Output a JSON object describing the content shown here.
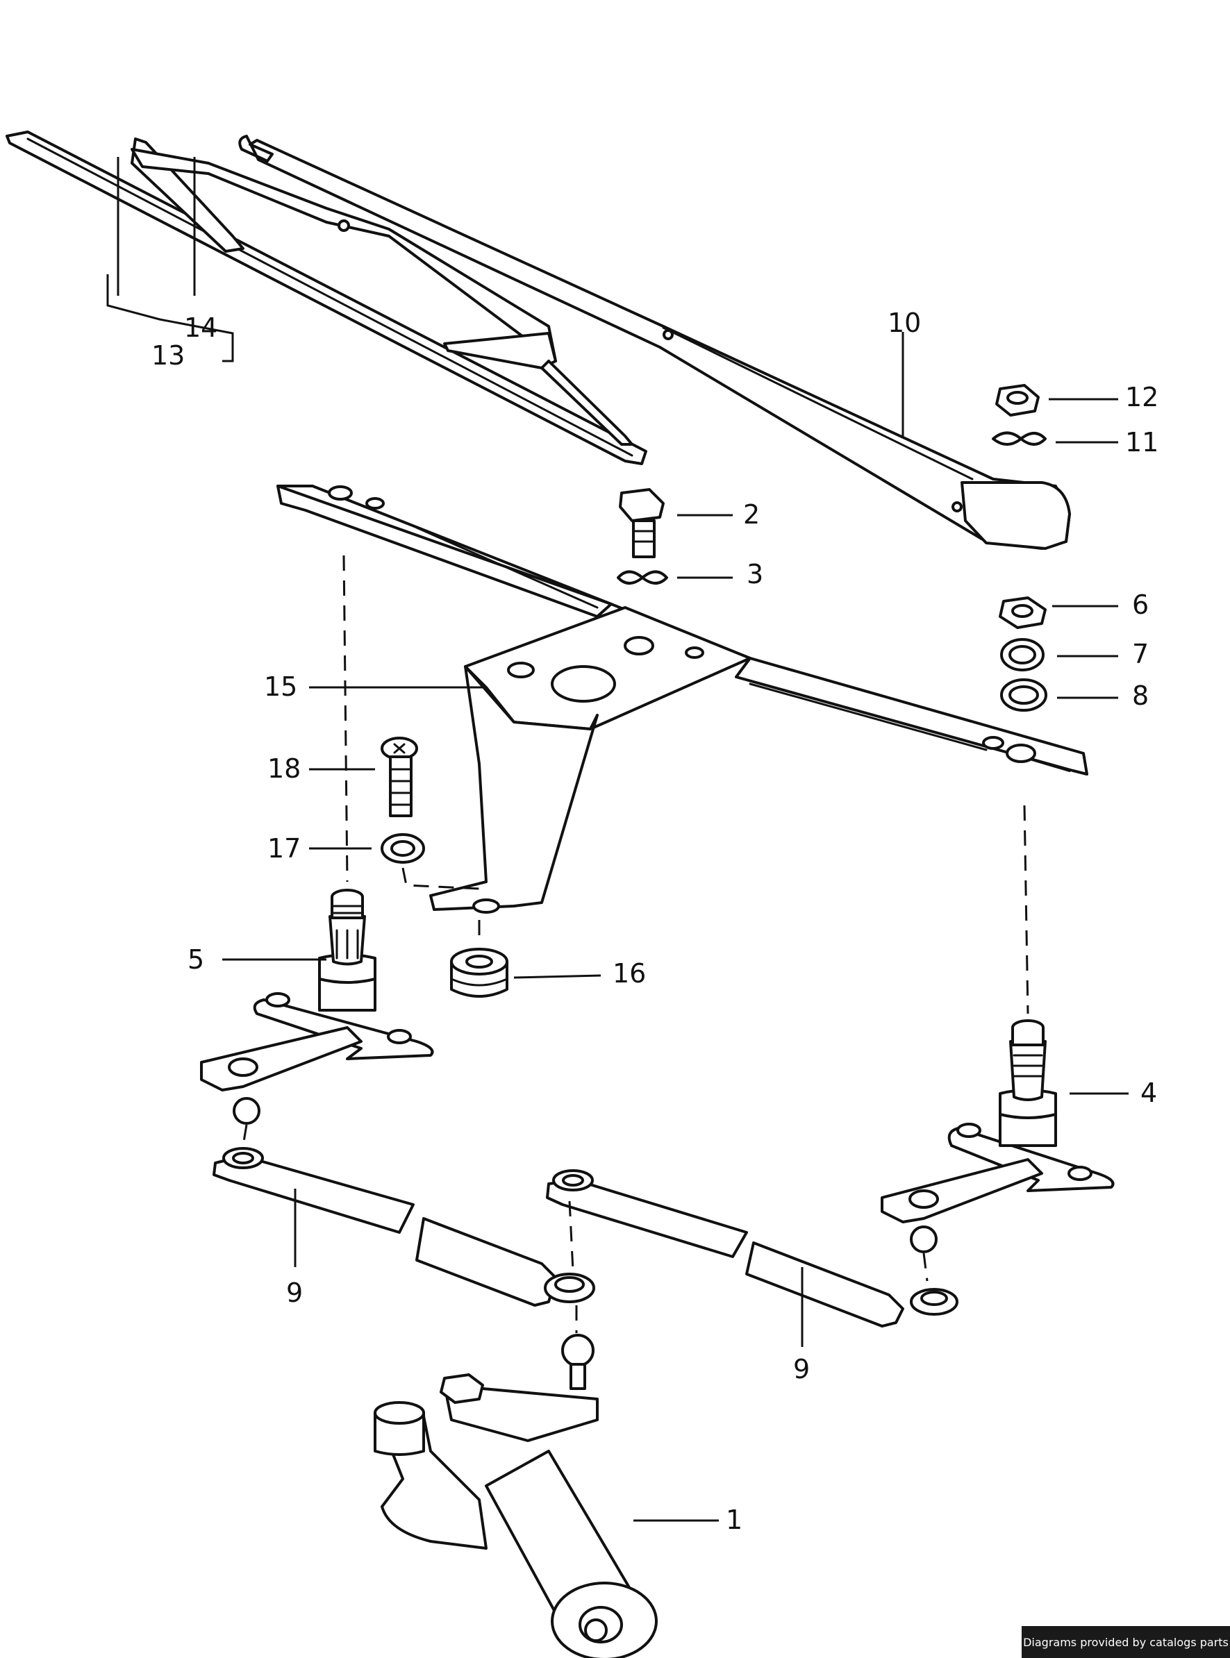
{
  "credit": "Diagrams provided by catalogs parts",
  "callouts": [
    {
      "id": "c1",
      "label": "1"
    },
    {
      "id": "c2",
      "label": "2"
    },
    {
      "id": "c3",
      "label": "3"
    },
    {
      "id": "c4",
      "label": "4"
    },
    {
      "id": "c5",
      "label": "5"
    },
    {
      "id": "c6",
      "label": "6"
    },
    {
      "id": "c7",
      "label": "7"
    },
    {
      "id": "c8",
      "label": "8"
    },
    {
      "id": "c9a",
      "label": "9"
    },
    {
      "id": "c9b",
      "label": "9"
    },
    {
      "id": "c10",
      "label": "10"
    },
    {
      "id": "c11",
      "label": "11"
    },
    {
      "id": "c12",
      "label": "12"
    },
    {
      "id": "c13",
      "label": "13"
    },
    {
      "id": "c14",
      "label": "14"
    },
    {
      "id": "c15",
      "label": "15"
    },
    {
      "id": "c16",
      "label": "16"
    },
    {
      "id": "c17",
      "label": "17"
    },
    {
      "id": "c18",
      "label": "18"
    }
  ],
  "colors": {
    "line": "#111111",
    "background": "#ffffff",
    "credit_bg": "#1a1a1a",
    "credit_text": "#ffffff"
  }
}
